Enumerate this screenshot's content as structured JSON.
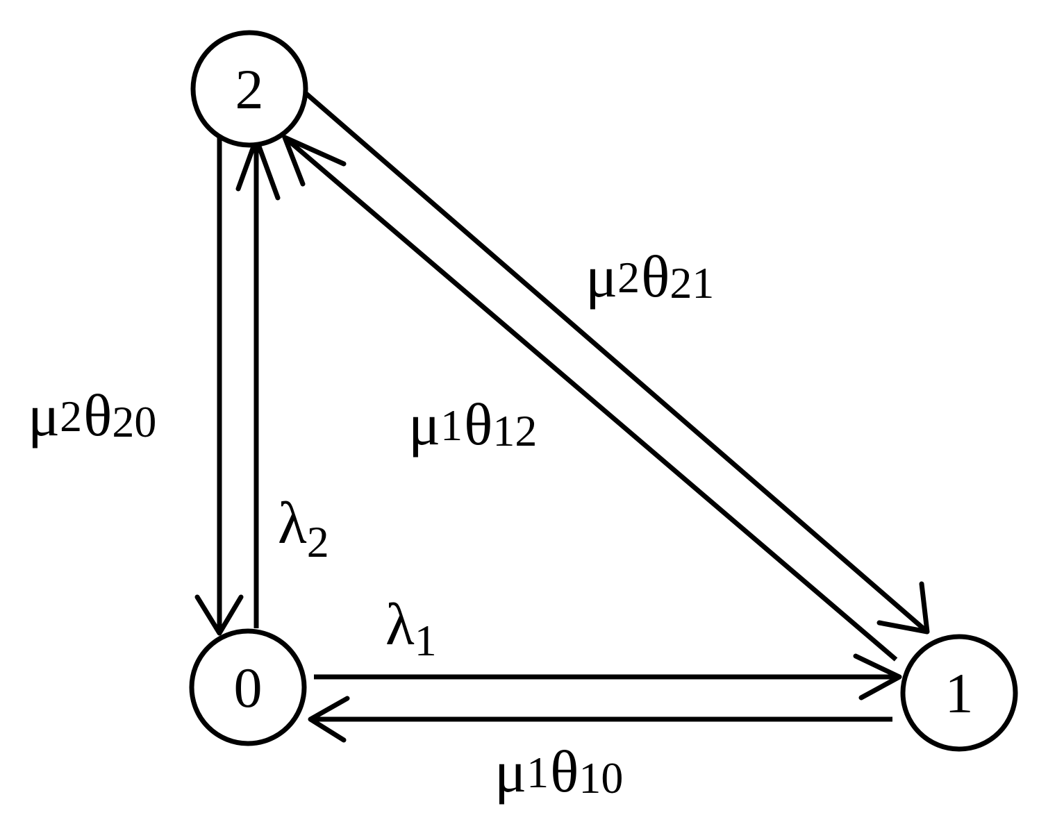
{
  "nodes": [
    {
      "id": "2",
      "label": "2"
    },
    {
      "id": "0",
      "label": "0"
    },
    {
      "id": "1",
      "label": "1"
    }
  ],
  "edges": [
    {
      "id": "2-to-0",
      "from": "2",
      "to": "0",
      "rate_symbol": "μ",
      "rate_sub": "2",
      "param_symbol": "θ",
      "param_sub": "20"
    },
    {
      "id": "0-to-2",
      "from": "0",
      "to": "2",
      "rate_symbol": "λ",
      "rate_sub": "2",
      "param_symbol": "",
      "param_sub": ""
    },
    {
      "id": "2-to-1",
      "from": "2",
      "to": "1",
      "rate_symbol": "μ",
      "rate_sub": "2",
      "param_symbol": "θ",
      "param_sub": "21"
    },
    {
      "id": "1-to-2",
      "from": "1",
      "to": "2",
      "rate_symbol": "μ",
      "rate_sub": "1",
      "param_symbol": "θ",
      "param_sub": "12"
    },
    {
      "id": "0-to-1",
      "from": "0",
      "to": "1",
      "rate_symbol": "λ",
      "rate_sub": "1",
      "param_symbol": "",
      "param_sub": ""
    },
    {
      "id": "1-to-0",
      "from": "1",
      "to": "0",
      "rate_symbol": "μ",
      "rate_sub": "1",
      "param_symbol": "θ",
      "param_sub": "10"
    }
  ]
}
